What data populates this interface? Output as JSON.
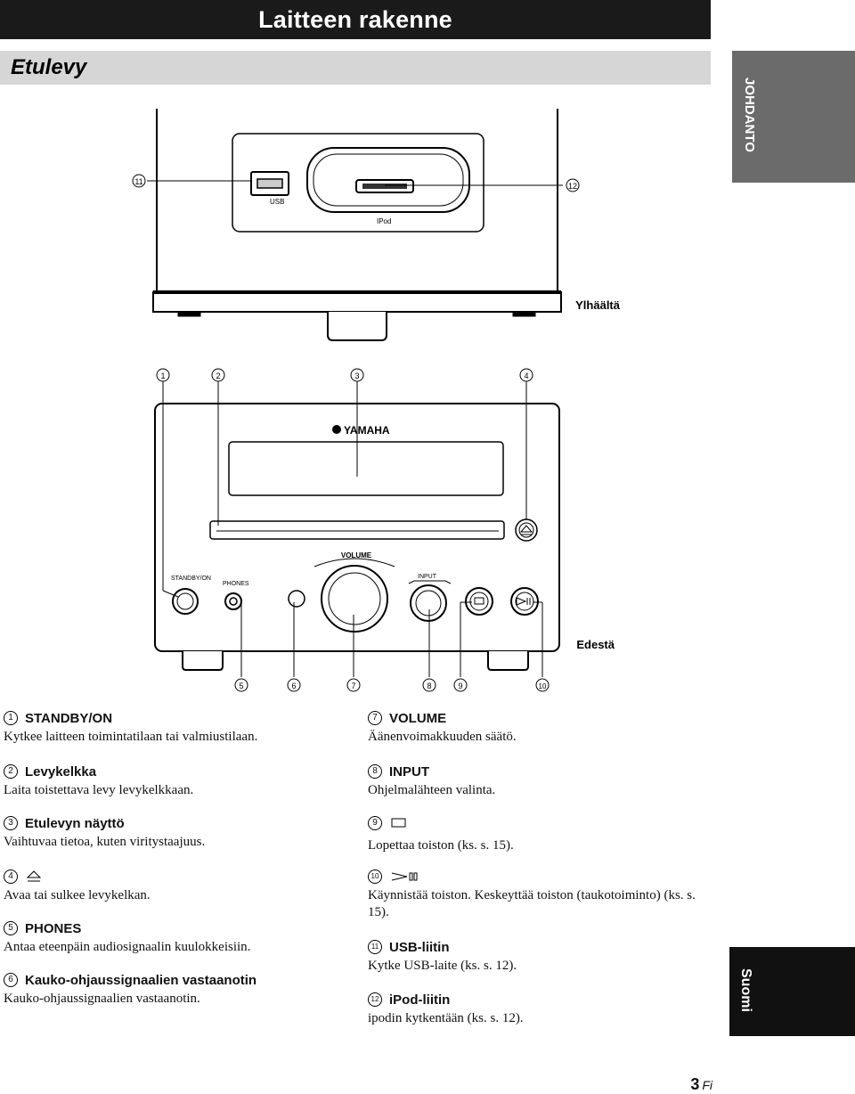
{
  "header": {
    "title": "Laitteen rakenne"
  },
  "section": {
    "title": "Etulevy"
  },
  "side_tabs": {
    "top": "JOHDANTO",
    "bottom": "Suomi"
  },
  "diagram_top": {
    "usb_label": "USB",
    "ipod_label": "IPod",
    "view_label": "Ylhäältä",
    "callout_left": "11",
    "callout_right": "12"
  },
  "diagram_front": {
    "brand": "YAMAHA",
    "volume_label": "VOLUME",
    "standby_label": "STANDBY/ON",
    "phones_label": "PHONES",
    "input_label": "INPUT",
    "view_label": "Edestä",
    "callouts_top": [
      "1",
      "2",
      "3",
      "4"
    ],
    "callouts_bottom": [
      "5",
      "6",
      "7",
      "8",
      "9",
      "10"
    ]
  },
  "items_left": [
    {
      "num": "1",
      "title": "STANDBY/ON",
      "text": "Kytkee laitteen toimintatilaan tai valmiustilaan."
    },
    {
      "num": "2",
      "title": "Levykelkka",
      "text": "Laita toistettava levy levykelkkaan."
    },
    {
      "num": "3",
      "title": "Etulevyn näyttö",
      "text": "Vaihtuvaa tietoa, kuten viritystaajuus."
    },
    {
      "num": "4",
      "title": "",
      "icon": "eject-icon",
      "text": "Avaa tai sulkee levykelkan."
    },
    {
      "num": "5",
      "title": "PHONES",
      "text": "Antaa eteenpäin audiosignaalin kuulokkeisiin."
    },
    {
      "num": "6",
      "title": "Kauko-ohjaussignaalien vastaanotin",
      "text": "Kauko-ohjaussignaalien vastaanotin."
    }
  ],
  "items_right": [
    {
      "num": "7",
      "title": "VOLUME",
      "text": "Äänenvoimakkuuden säätö."
    },
    {
      "num": "8",
      "title": "INPUT",
      "text": "Ohjelmalähteen valinta."
    },
    {
      "num": "9",
      "title": "",
      "icon": "stop-icon",
      "text": "Lopettaa toiston (ks. s. 15)."
    },
    {
      "num": "10",
      "title": "",
      "icon": "play-pause-icon",
      "text": "Käynnistää toiston. Keskeyttää toiston (taukotoiminto) (ks. s. 15)."
    },
    {
      "num": "11",
      "title": "USB-liitin",
      "text": "Kytke USB-laite (ks. s. 12)."
    },
    {
      "num": "12",
      "title": "iPod-liitin",
      "text": "ipodin kytkentään (ks. s. 12)."
    }
  ],
  "footer": {
    "page": "3",
    "lang": "Fi"
  }
}
